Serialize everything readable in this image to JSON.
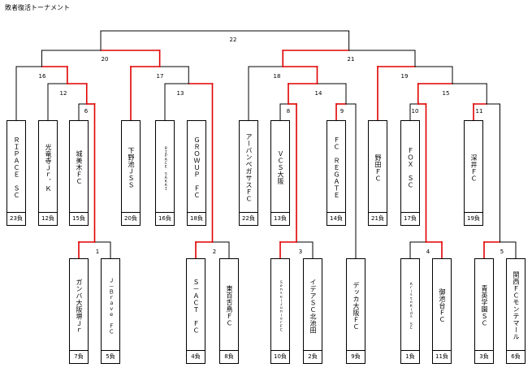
{
  "title": "敗者復活トーナメント",
  "colors": {
    "win": "#e00000",
    "line": "#000000"
  },
  "teams": {
    "T1": {
      "name": "ＲＩＰＡＣＥ　ＳＣ",
      "result": "23負"
    },
    "T2": {
      "name": "光竜寺Ｊｒ．Ｋ",
      "result": "12負"
    },
    "T3": {
      "name": "城美木ＦＣ",
      "result": "15負"
    },
    "T4": {
      "name": "下野池ＪＳＳ",
      "result": "20負"
    },
    "T5": {
      "name": "ＲＩＰＡＣＥ　ＳＡＫＡＩ",
      "result": "16負"
    },
    "T6": {
      "name": "ＧＲＯＷＵＰ　ＦＣ",
      "result": "18負"
    },
    "T7": {
      "name": "アーバンペガサスＦＣ",
      "result": "22負"
    },
    "T8": {
      "name": "ＶＣＳ大阪",
      "result": "13負"
    },
    "T9": {
      "name": "ＦＣ　ＲＥＧＡＴＥ",
      "result": "14負"
    },
    "T10": {
      "name": "野田ＦＣ",
      "result": "21負"
    },
    "T11": {
      "name": "ＦＯＸ　ＳＣ",
      "result": "17負"
    },
    "T12": {
      "name": "深井ＦＣ",
      "result": "19負"
    },
    "T13": {
      "name": "ガンバ大阪堺Ｊｒ",
      "result": "7負"
    },
    "T14": {
      "name": "Ｊ－Ｂｒａｖｅ　ＦＣ",
      "result": "5負"
    },
    "T15": {
      "name": "Ｓ－ＡＣＴ　ＦＣ",
      "result": "4負"
    },
    "T16": {
      "name": "東百舌鳥ＦＣ",
      "result": "8負"
    },
    "T17": {
      "name": "ＳｅｎｓｅｉＪｕｎｉｏｒＦＣ",
      "result": "10負"
    },
    "T18": {
      "name": "イデアＳＣ北池田",
      "result": "2負"
    },
    "T19": {
      "name": "デッカ大阪ＦＣ",
      "result": "9負"
    },
    "T20": {
      "name": "ＡｒｉｓｔｏＫｉｄｓ　ＳＣ",
      "result": "1負"
    },
    "T21": {
      "name": "御池台ＦＣ",
      "result": "11負"
    },
    "T22": {
      "name": "青英学園ＳＣ",
      "result": "3負"
    },
    "T23": {
      "name": "関西ＦＣモンテマール",
      "result": "6負"
    }
  },
  "matches": {
    "M1": "1",
    "M2": "2",
    "M3": "3",
    "M4": "4",
    "M5": "5",
    "M6": "6",
    "M8": "8",
    "M9": "9",
    "M10": "10",
    "M11": "11",
    "M12": "12",
    "M13": "13",
    "M14": "14",
    "M15": "15",
    "M16": "16",
    "M17": "17",
    "M18": "18",
    "M19": "19",
    "M20": "20",
    "M21": "21",
    "M22": "22"
  }
}
